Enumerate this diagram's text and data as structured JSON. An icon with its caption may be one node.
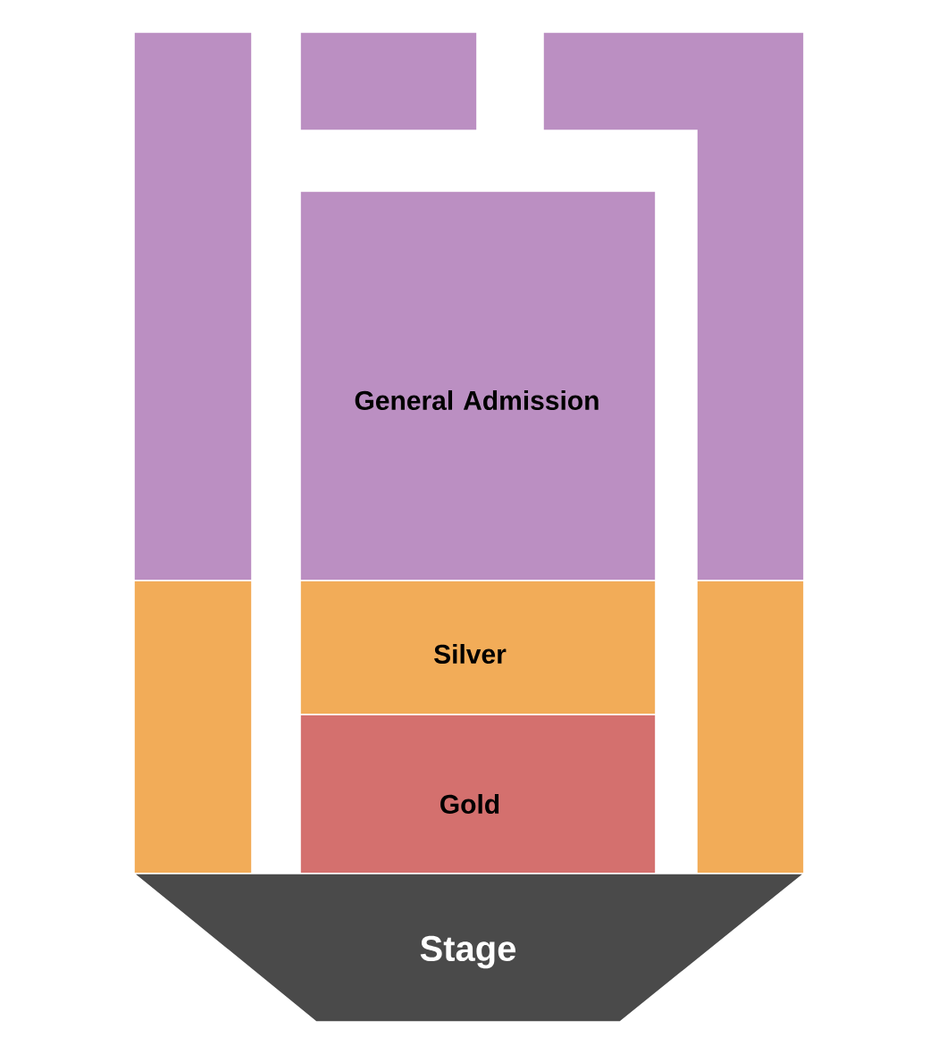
{
  "diagram": {
    "nodes": [
      {
        "text": [],
        "shape": "box"
      },
      {
        "text": [],
        "shape": "box"
      },
      {
        "text": [],
        "shape": "box"
      },
      {
        "text": [
          "General Admission"
        ]
      },
      {
        "text": [],
        "shape": "box"
      },
      {
        "text": [
          "Silver"
        ]
      },
      {
        "text": [],
        "shape": "box"
      },
      {
        "text": [
          "Gold"
        ]
      },
      {
        "text": [
          "Stage"
        ]
      }
    ]
  }
}
